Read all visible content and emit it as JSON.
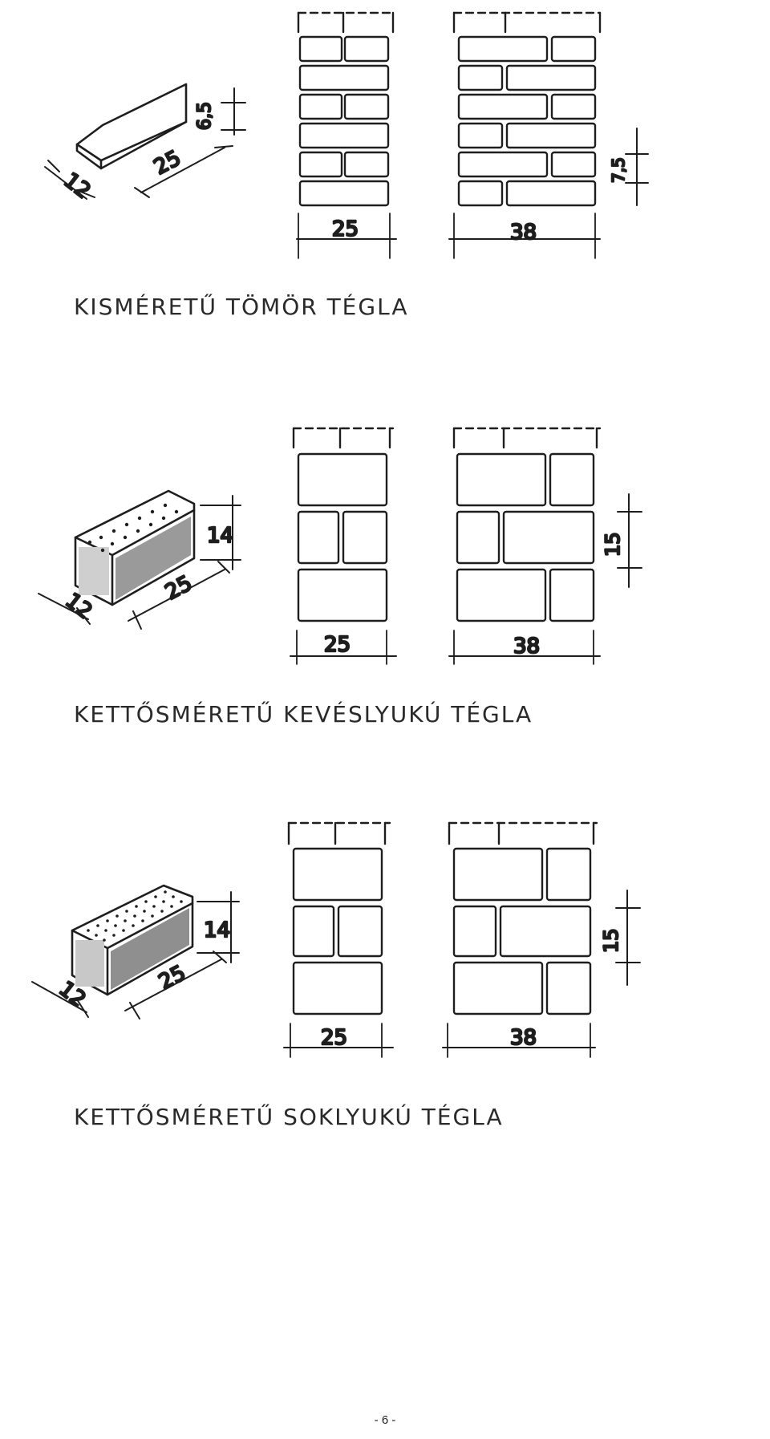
{
  "sections": [
    {
      "caption": "KISMÉRETŰ TÖMÖR TÉGLA",
      "brick": {
        "width": "12",
        "length": "25",
        "height": "6,5"
      },
      "wall_small": {
        "width": "25"
      },
      "wall_large": {
        "width": "38",
        "course": "7,5"
      }
    },
    {
      "caption": "KETTŐSMÉRETŰ KEVÉSLYUKÚ TÉGLA",
      "brick": {
        "width": "12",
        "length": "25",
        "height": "14"
      },
      "wall_small": {
        "width": "25"
      },
      "wall_large": {
        "width": "38",
        "course": "15"
      }
    },
    {
      "caption": "KETTŐSMÉRETŰ SOKLYUKÚ TÉGLA",
      "brick": {
        "width": "12",
        "length": "25",
        "height": "14"
      },
      "wall_small": {
        "width": "25"
      },
      "wall_large": {
        "width": "38",
        "course": "15"
      }
    }
  ],
  "footer": {
    "page_number": "- 6 -"
  }
}
